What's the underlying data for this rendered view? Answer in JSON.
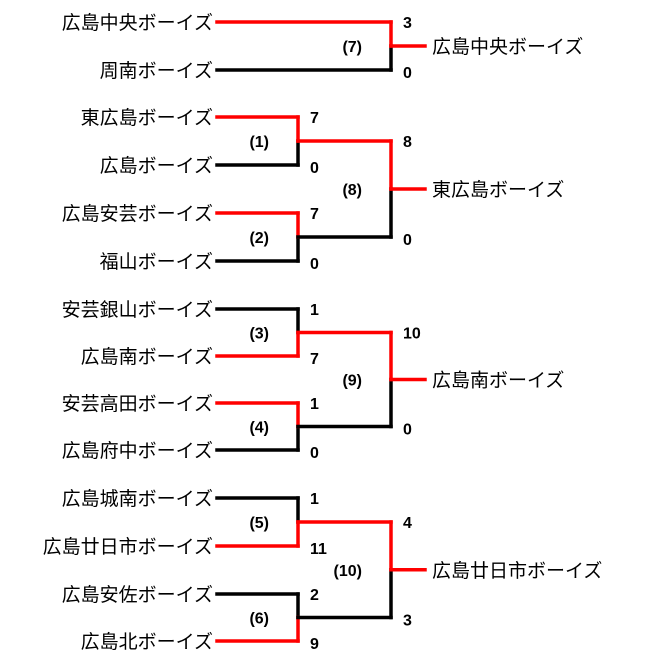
{
  "colors": {
    "winner": "#ff0000",
    "loser": "#000000"
  },
  "brackets": [
    {
      "type": "single",
      "match": {
        "label": "(7)",
        "top": {
          "team": "広島中央ボーイズ",
          "score": "3"
        },
        "bottom": {
          "team": "周南ボーイズ",
          "score": "0"
        },
        "winner": "top"
      },
      "champion": "広島中央ボーイズ"
    },
    {
      "type": "four",
      "semis": [
        {
          "label": "(1)",
          "top": {
            "team": "東広島ボーイズ",
            "score": "7"
          },
          "bottom": {
            "team": "広島ボーイズ",
            "score": "0"
          },
          "winner": "top"
        },
        {
          "label": "(2)",
          "top": {
            "team": "広島安芸ボーイズ",
            "score": "7"
          },
          "bottom": {
            "team": "福山ボーイズ",
            "score": "0"
          },
          "winner": "top"
        }
      ],
      "final": {
        "label": "(8)",
        "top_score": "8",
        "bottom_score": "0",
        "winner": "top"
      },
      "champion": "東広島ボーイズ"
    },
    {
      "type": "four",
      "semis": [
        {
          "label": "(3)",
          "top": {
            "team": "安芸銀山ボーイズ",
            "score": "1"
          },
          "bottom": {
            "team": "広島南ボーイズ",
            "score": "7"
          },
          "winner": "bottom"
        },
        {
          "label": "(4)",
          "top": {
            "team": "安芸高田ボーイズ",
            "score": "1"
          },
          "bottom": {
            "team": "広島府中ボーイズ",
            "score": "0"
          },
          "winner": "top"
        }
      ],
      "final": {
        "label": "(9)",
        "top_score": "10",
        "bottom_score": "0",
        "winner": "top"
      },
      "champion": "広島南ボーイズ"
    },
    {
      "type": "four",
      "semis": [
        {
          "label": "(5)",
          "top": {
            "team": "広島城南ボーイズ",
            "score": "1"
          },
          "bottom": {
            "team": "広島廿日市ボーイズ",
            "score": "11"
          },
          "winner": "bottom"
        },
        {
          "label": "(6)",
          "top": {
            "team": "広島安佐ボーイズ",
            "score": "2"
          },
          "bottom": {
            "team": "広島北ボーイズ",
            "score": "9"
          },
          "winner": "bottom"
        }
      ],
      "final": {
        "label": "(10)",
        "top_score": "4",
        "bottom_score": "3",
        "winner": "top"
      },
      "champion": "広島廿日市ボーイズ"
    }
  ]
}
